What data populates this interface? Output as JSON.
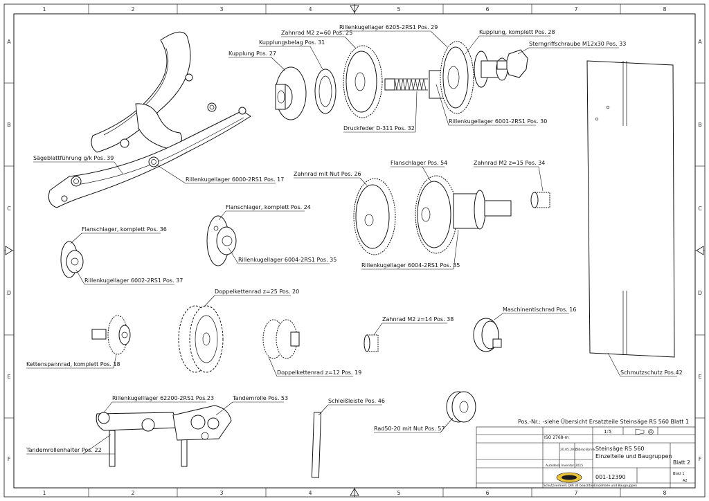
{
  "frame": {
    "columns": [
      "1",
      "2",
      "3",
      "4",
      "5",
      "6",
      "7",
      "8"
    ],
    "rows": [
      "A",
      "B",
      "C",
      "D",
      "E",
      "F"
    ]
  },
  "labels": {
    "kupplung_27": "Kupplung Pos. 27",
    "kupplungsbelag_31": "Kupplungsbelag Pos. 31",
    "zahnrad_25": "Zahnrad M2 z=60 Pos. 25",
    "rillen_29": "Rillenkugellager 6205-2RS1 Pos. 29",
    "kupplung_28": "Kupplung, komplett Pos. 28",
    "stern_33": "Sterngriffschraube M12x30 Pos. 33",
    "druckfeder_32": "Druckfeder D-311 Pos. 32",
    "rillen_30": "Rillenkugellager 6001-2RS1 Pos. 30",
    "saege_39": "Sägeblattführung g/k Pos. 39",
    "rillen_17": "Rillenkugellager 6000-2RS1 Pos. 17",
    "zahnrad_26": "Zahnrad mit Nut Pos. 26",
    "flansch_54": "Flanschlager Pos. 54",
    "zahnrad_34": "Zahnrad M2 z=15 Pos. 34",
    "flansch_24": "Flanschlager, komplett Pos. 24",
    "flansch_36": "Flanschlager, komplett Pos. 36",
    "rillen_35a": "Rillenkugellager 6004-2RS1 Pos. 35",
    "rillen_35b": "Rillenkugellager 6004-2RS1 Pos. 35",
    "rillen_37": "Rillenkugellager 6002-2RS1 Pos. 37",
    "doppel_20": "Doppelkettenrad z=25 Pos. 20",
    "maschinen_16": "Maschinentischrad Pos. 16",
    "zahnrad_38": "Zahnrad M2 z=14 Pos. 38",
    "ketten_18": "Kettenspannrad, komplett Pos. 18",
    "doppel_19": "Doppelkettenrad z=12 Pos. 19",
    "schmutz_42": "Schmutzschutz Pos.42",
    "rillen_23": "Rillenkugelllager 62200-2RS1 Pos.23",
    "tandem_53": "Tandemrolle Pos. 53",
    "schleif_46": "Schleißleiste Pos. 46",
    "tandemhalter_22": "Tandemrollenhalter Pos. 22",
    "rad_57": "Rad50-20 mit Nut Pos. 57"
  },
  "note": "Pos.-Nr.: -siehe Übersicht Ersatzteile Steinsäge RS 560 Blatt 1",
  "title_block": {
    "norm_value": "ISO 2768-m",
    "scale_value": "1:5",
    "date_value": "20.05.2015",
    "name_value": "Dibrackbrink",
    "title1": "Steinsäge RS 560",
    "title2": "Einzelteile und Baugruppen",
    "sheet": "Blatt 2",
    "sheet_of": "Blatt 1",
    "format": "A2",
    "drawing_no": "001-12390",
    "software": "Autodesk Inventor 2015",
    "protection": "Schutzvermerk DIN 34 beachten",
    "bottom_desc": "Einzelteile und Baugruppen"
  }
}
